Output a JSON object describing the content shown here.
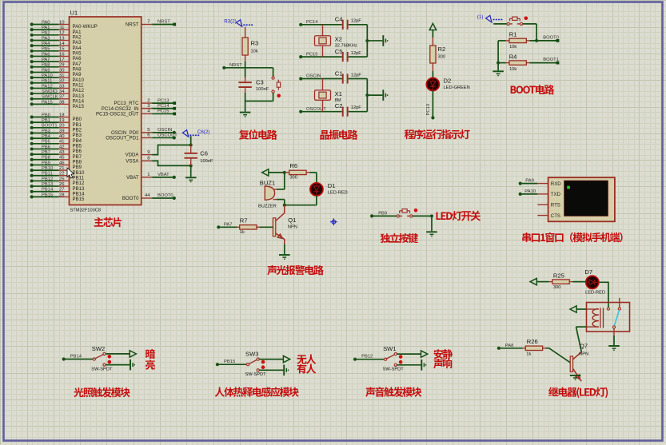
{
  "app": {
    "type": "schematic-capture-canvas"
  },
  "colors": {
    "background": "#dcddd0",
    "grid_minor": "#d0d2c0",
    "grid_major": "#c2c5b1",
    "sheet_border": "#5f5f9e",
    "wire_green": "#165016",
    "pin_red": "#9e352c",
    "component_outline": "#9b2d23",
    "component_fill": "#d6d0aa",
    "led_ring": "#b50807",
    "state_dot_red": "#cf0f0f",
    "probe_blue": "#2424c4",
    "relay_lever_cyan": "#3fc4dc",
    "title_red": "#c30e0e",
    "terminal_screen": "#0a0a08",
    "terminal_cursor": "#22c922"
  },
  "chip": {
    "ref": "U1",
    "part": "STM32F103C8",
    "title": "主芯片",
    "left_pins_pa": [
      {
        "net": "PA0",
        "num": "10",
        "name": "PA0-WKUP"
      },
      {
        "net": "PA1",
        "num": "11",
        "name": "PA1"
      },
      {
        "net": "PA2",
        "num": "12",
        "name": "PA2"
      },
      {
        "net": "PA3",
        "num": "13",
        "name": "PA3"
      },
      {
        "net": "PA4",
        "num": "14",
        "name": "PA4"
      },
      {
        "net": "PA5",
        "num": "15",
        "name": "PA5"
      },
      {
        "net": "PA6",
        "num": "16",
        "name": "PA6"
      },
      {
        "net": "PA7",
        "num": "17",
        "name": "PA7"
      },
      {
        "net": "PA8",
        "num": "29",
        "name": "PA8"
      },
      {
        "net": "PA9",
        "num": "30",
        "name": "PA9"
      },
      {
        "net": "PA10",
        "num": "31",
        "name": "PA10"
      },
      {
        "net": "PA11",
        "num": "32",
        "name": "PA11"
      },
      {
        "net": "PA12",
        "num": "33",
        "name": "PA12"
      },
      {
        "net": "SWDIO",
        "num": "34",
        "name": "PA13"
      },
      {
        "net": "SWCLK",
        "num": "37",
        "name": "PA14"
      },
      {
        "net": "PA15",
        "num": "38",
        "name": "PA15"
      }
    ],
    "left_pins_pb": [
      {
        "net": "PB0",
        "num": "18",
        "name": "PB0"
      },
      {
        "net": "PB1",
        "num": "19",
        "name": "PB1"
      },
      {
        "net": "BOOT1",
        "num": "20",
        "name": "PB2"
      },
      {
        "net": "PB3",
        "num": "39",
        "name": "PB3"
      },
      {
        "net": "PB4",
        "num": "40",
        "name": "PB4"
      },
      {
        "net": "PB5",
        "num": "41",
        "name": "PB5"
      },
      {
        "net": "PB6",
        "num": "42",
        "name": "PB6"
      },
      {
        "net": "PB7",
        "num": "43",
        "name": "PB7"
      },
      {
        "net": "PB8",
        "num": "45",
        "name": "PB8"
      },
      {
        "net": "PB9",
        "num": "46",
        "name": "PB9"
      },
      {
        "net": "PB10",
        "num": "21",
        "name": "PB10"
      },
      {
        "net": "PB11",
        "num": "22",
        "name": "PB11"
      },
      {
        "net": "PB12",
        "num": "25",
        "name": "PB12"
      },
      {
        "net": "PB13",
        "num": "26",
        "name": "PB13"
      },
      {
        "net": "PB14",
        "num": "27",
        "name": "PB14"
      },
      {
        "net": "PB15",
        "num": "28",
        "name": "PB15"
      }
    ],
    "right_pins": [
      {
        "net": "NRST",
        "num": "7",
        "name": "NRST"
      },
      {
        "net": "PC13",
        "num": "2",
        "name": "PC13_RTC"
      },
      {
        "net": "PC14",
        "num": "3",
        "name": "PC14-OSC32_IN"
      },
      {
        "net": "PC15",
        "num": "4",
        "name": "PC15-OSC32_OUT"
      },
      {
        "net": "OSCIN",
        "num": "5",
        "name": "OSCIN_PD0"
      },
      {
        "net": "OSCOUT",
        "num": "6",
        "name": "OSCOUT_PD1"
      },
      {
        "net": "",
        "num": "9",
        "name": "VDDA"
      },
      {
        "net": "",
        "num": "8",
        "name": "VSSA"
      },
      {
        "net": "VBAT",
        "num": "1",
        "name": "VBAT"
      },
      {
        "net": "BOOT0",
        "num": "44",
        "name": "BOOT0"
      }
    ],
    "decoupling_cap": {
      "ref": "C6",
      "value": "100nF",
      "probe": "C6(2)"
    }
  },
  "reset_circuit": {
    "title": "复位电路",
    "probe": "R3(2)",
    "resistor": {
      "ref": "R3",
      "value": "10k"
    },
    "cap": {
      "ref": "C3",
      "value": "100nF"
    },
    "net": "NRST"
  },
  "crystal_circuit": {
    "title": "晶振电路",
    "x2": {
      "ref": "X2",
      "value": "32.768KHz"
    },
    "c4": {
      "ref": "C4",
      "value": "12pF"
    },
    "c5": {
      "ref": "C5",
      "value": "12pF"
    },
    "net_pc14": "PC14",
    "net_pc15": "PC15",
    "x1": {
      "ref": "X1",
      "value": "8M"
    },
    "c1": {
      "ref": "C1",
      "value": "12pF"
    },
    "c2": {
      "ref": "C2",
      "value": "12pF"
    },
    "net_oscin": "OSCIN",
    "net_oscout": "OSCOUT"
  },
  "run_indicator": {
    "title": "程序运行指示灯",
    "resistor": {
      "ref": "R2",
      "value": "300"
    },
    "led": {
      "ref": "D2",
      "value": "LED-GREEN"
    },
    "net": "PC13"
  },
  "boot_circuit": {
    "title": "BOOT电路",
    "probe": "(1)",
    "r1": {
      "ref": "R1",
      "value": "10k"
    },
    "r4": {
      "ref": "R4",
      "value": "10k"
    },
    "net0": "BOOT0",
    "net1": "BOOT1"
  },
  "alarm_circuit": {
    "title": "声光报警电路",
    "buzzer": {
      "ref": "BUZ1",
      "value": "BUZZER"
    },
    "r6": {
      "ref": "R6",
      "value": "300"
    },
    "led": {
      "ref": "D1",
      "value": "LED-RED"
    },
    "r7": {
      "ref": "R7",
      "value": "1k"
    },
    "q1": {
      "ref": "Q1",
      "value": "NPN"
    },
    "net": "PA7"
  },
  "key_button": {
    "title": "独立按键",
    "label": "LED灯开关",
    "net": "PB9"
  },
  "serial_terminal": {
    "title": "串口1窗口（模拟手机端）",
    "pins": [
      "RXD",
      "TXD",
      "RTS",
      "CTS"
    ],
    "net_rxd": "PA9",
    "net_txd": "PA10"
  },
  "switch_modules": [
    {
      "key": "light",
      "title": "光照触发模块",
      "ref": "SW2",
      "type": "SW-SPDT",
      "net": "PB14",
      "state_up": "暗",
      "state_down": "亮"
    },
    {
      "key": "pir",
      "title": "人体热释电感应模块",
      "ref": "SW3",
      "type": "SW-SPDT",
      "net": "PB15",
      "state_up": "无人",
      "state_down": "有人"
    },
    {
      "key": "sound",
      "title": "声音触发模块",
      "ref": "SW1",
      "type": "SW-SPDT",
      "net": "PB12",
      "state_up": "安静",
      "state_down": "声响"
    }
  ],
  "relay_circuit": {
    "title": "继电器(LED灯)",
    "r25": {
      "ref": "R25",
      "value": "300"
    },
    "d7": {
      "ref": "D7",
      "value": "LED-RED"
    },
    "r26": {
      "ref": "R26",
      "value": "1k"
    },
    "q7": {
      "ref": "Q7",
      "value": "NPN"
    },
    "net": "PA8"
  }
}
